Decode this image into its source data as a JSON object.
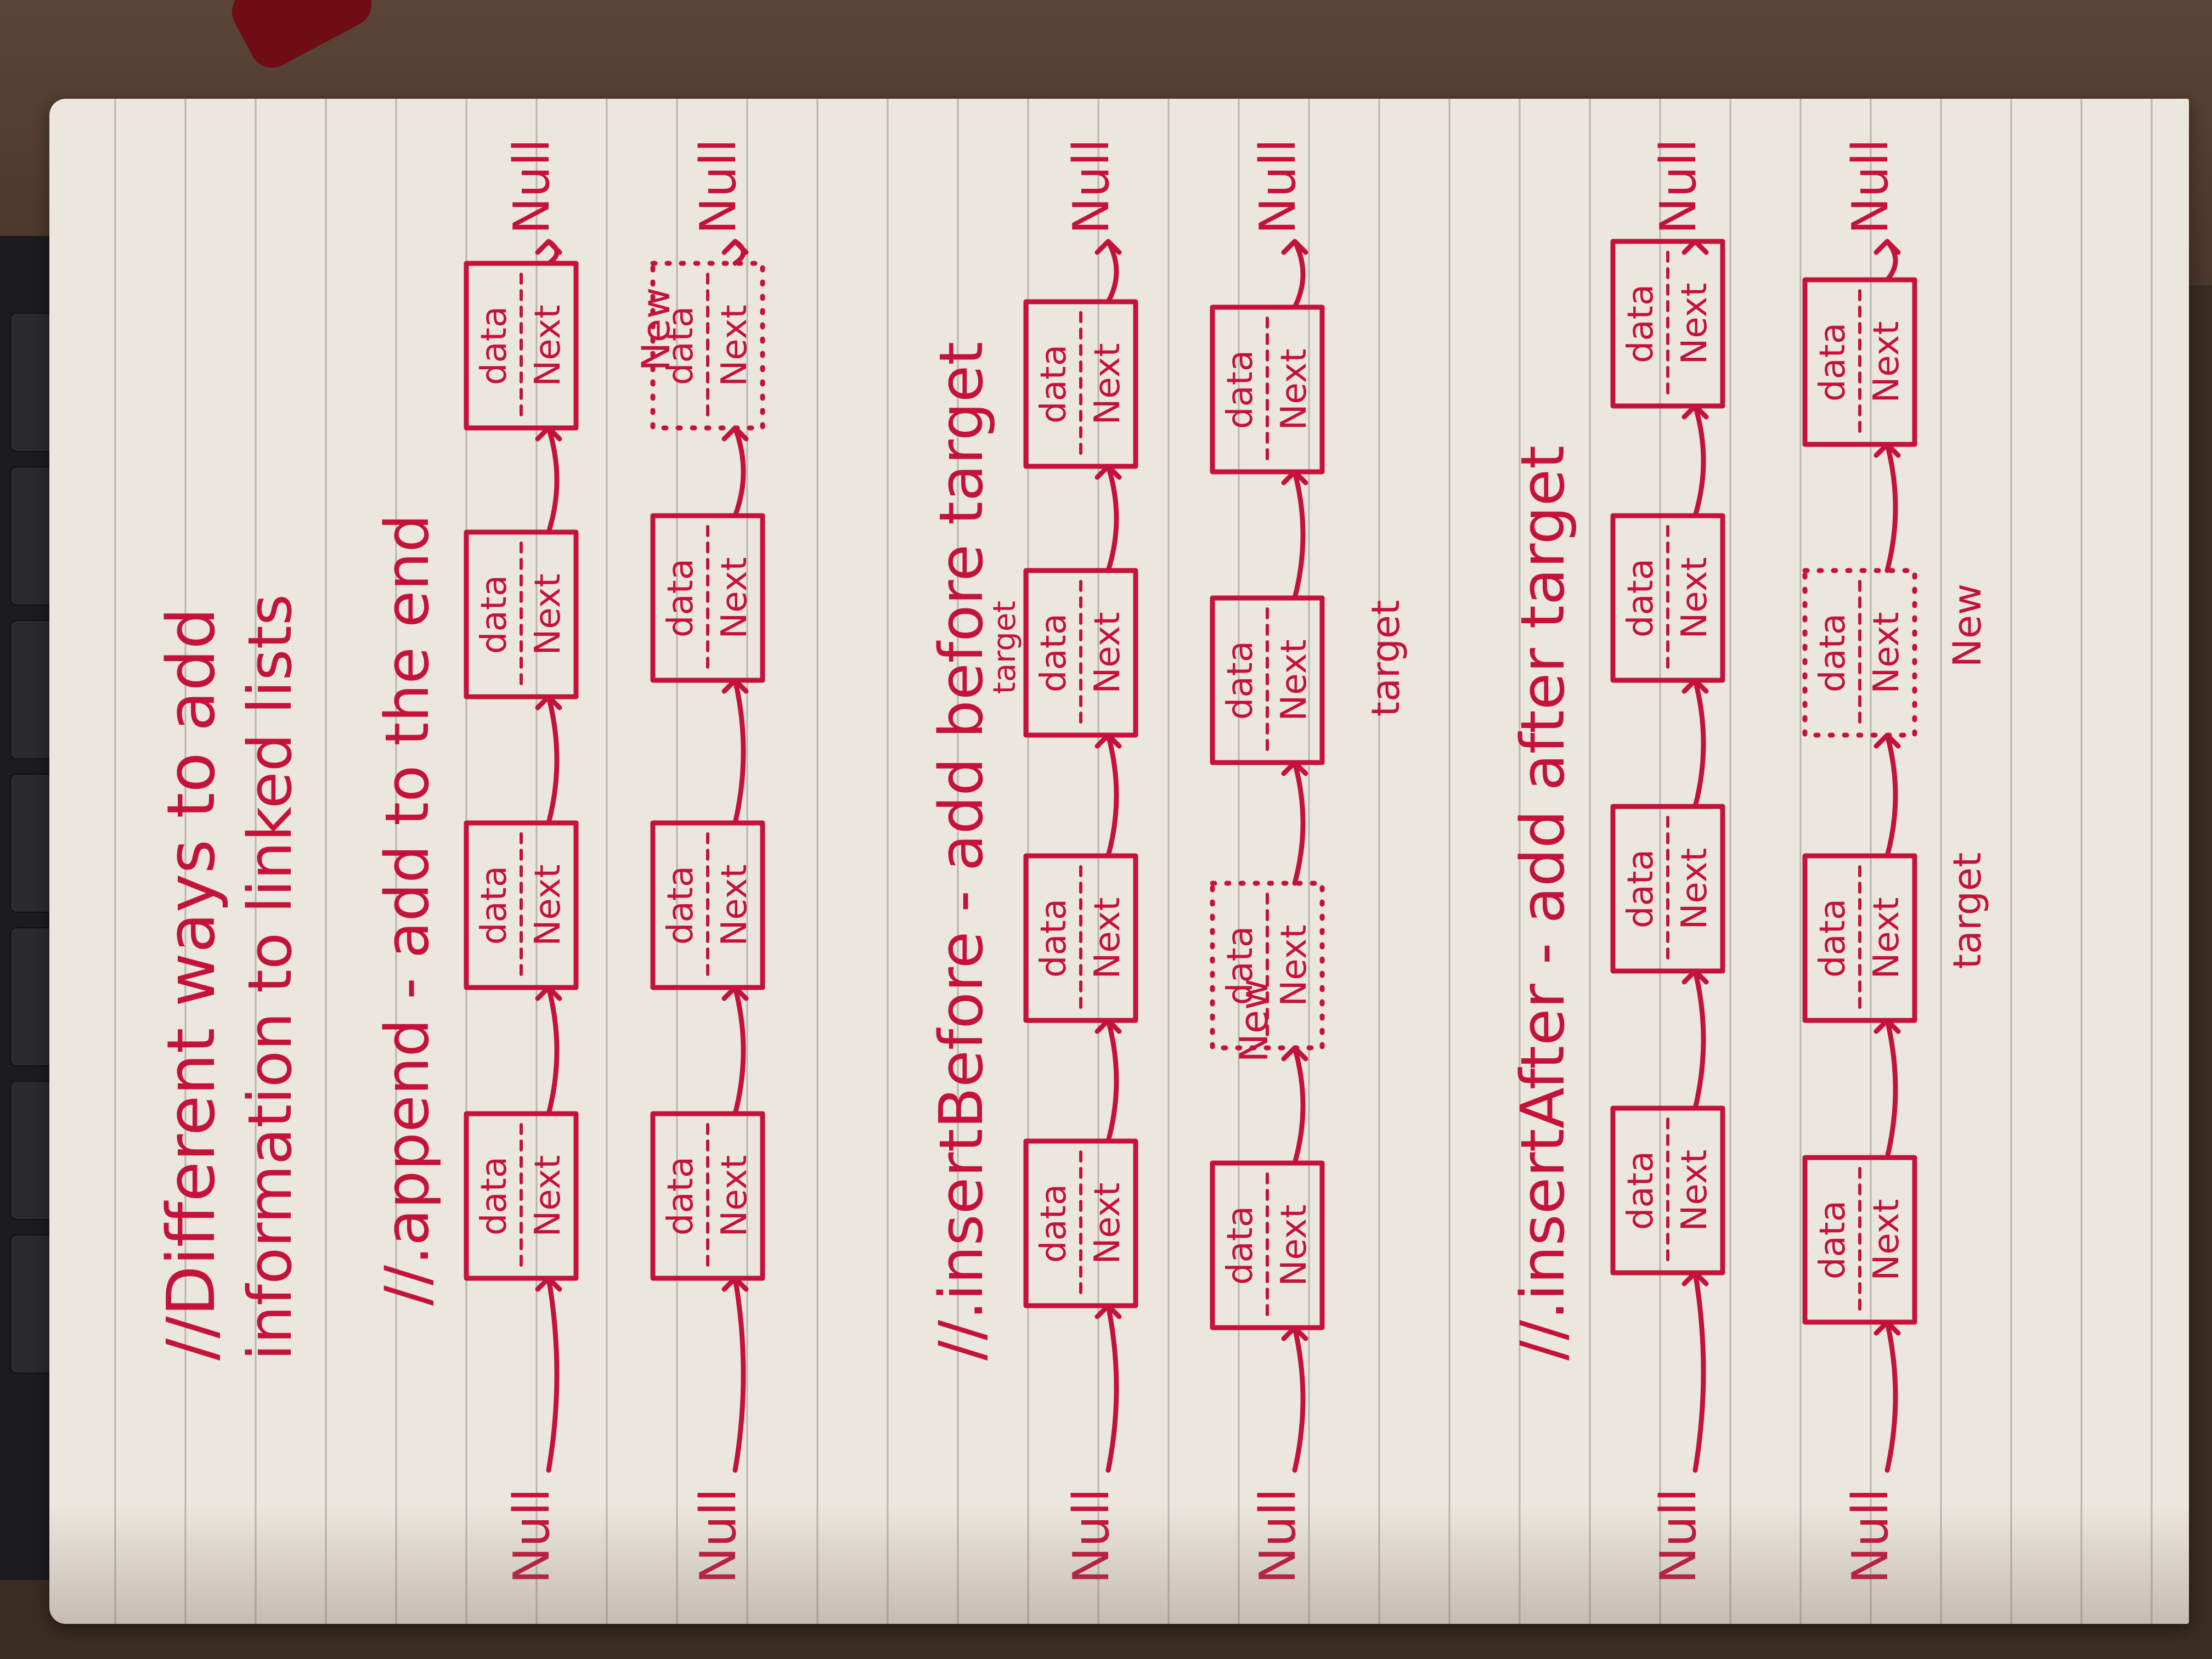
{
  "title_lines": [
    "//Different ways to add",
    "information to linked lists"
  ],
  "sections": {
    "append": "//.append - add to the end",
    "insert_before": "//.insertBefore - add before target",
    "insert_after": "//.insertAfter - add after target"
  },
  "node": {
    "data": "data",
    "next": "Next"
  },
  "labels": {
    "null": "Null",
    "new": "New",
    "target": "target"
  },
  "colors": {
    "ink": "#c4123b",
    "paper": "#ece7de",
    "rule_line": "#b9b4ad"
  }
}
